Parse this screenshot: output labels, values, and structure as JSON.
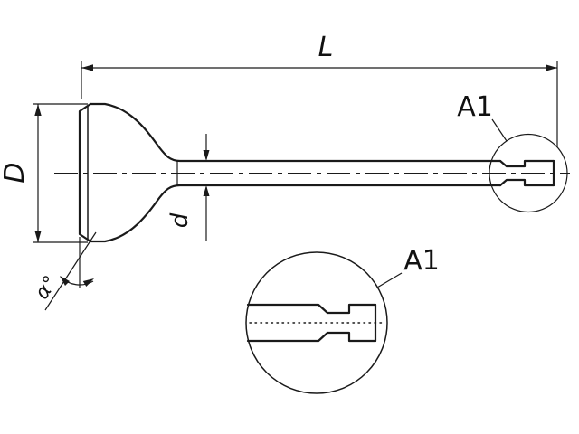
{
  "labels": {
    "overall_length": "L",
    "head_diameter": "D",
    "stem_diameter": "d",
    "seat_angle": "α°",
    "detail_callout": "A1",
    "detail_view_title": "A1"
  },
  "colors": {
    "line": "#1a1a1a",
    "background": "#ffffff"
  }
}
